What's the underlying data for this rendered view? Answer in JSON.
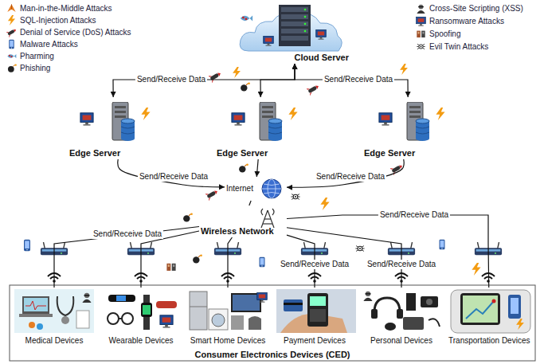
{
  "diagram": {
    "nodes": [
      {
        "text": [
          "Cloud Server"
        ]
      },
      {
        "text": [
          "Edge Server"
        ]
      },
      {
        "text": [
          "Edge Server"
        ]
      },
      {
        "text": [
          "Edge Server"
        ]
      },
      {
        "text": [
          "Internet"
        ]
      },
      {
        "text": [
          "Wireless Network"
        ]
      },
      {
        "text": [
          "Consumer Electronics Devices (CED)"
        ]
      },
      {
        "text": [
          "Medical Devices"
        ],
        "in": 6
      },
      {
        "text": [
          "Wearable Devices"
        ],
        "in": 6
      },
      {
        "text": [
          "Smart Home Devices"
        ],
        "in": 6
      },
      {
        "text": [
          "Payment Devices"
        ],
        "in": 6
      },
      {
        "text": [
          "Personal Devices"
        ],
        "in": 6
      },
      {
        "text": [
          "Transportation Devices"
        ],
        "in": 6
      }
    ],
    "edges": [
      {
        "from": 0,
        "to": 1,
        "arrow": "both",
        "label": "Send/Receive Data"
      },
      {
        "from": 0,
        "to": 2,
        "arrow": "both"
      },
      {
        "from": 0,
        "to": 3,
        "arrow": "both",
        "label": "Send/Receive Data"
      },
      {
        "from": 1,
        "to": 4,
        "arrow": "to",
        "label": "Send/Receive Data"
      },
      {
        "from": 2,
        "to": 4,
        "arrow": "to"
      },
      {
        "from": 3,
        "to": 4,
        "arrow": "to",
        "label": "Send/Receive Data"
      },
      {
        "from": 4,
        "to": 5,
        "arrow": "none"
      },
      {
        "from": 5,
        "to": 7,
        "arrow": "none",
        "label": "Send/Receive Data"
      },
      {
        "from": 5,
        "to": 8,
        "arrow": "none"
      },
      {
        "from": 5,
        "to": 9,
        "arrow": "none"
      },
      {
        "from": 5,
        "to": 10,
        "arrow": "none",
        "label": "Send/Receive Data"
      },
      {
        "from": 5,
        "to": 11,
        "arrow": "none",
        "label": "Send/Receive Data"
      },
      {
        "from": 5,
        "to": 12,
        "arrow": "none",
        "label": "Send/Receive Data"
      }
    ],
    "legend": [
      {
        "text": "Man-in-the-Middle Attacks"
      },
      {
        "text": "SQL-Injection Attacks"
      },
      {
        "text": "Denial of Service (DoS) Attacks"
      },
      {
        "text": "Malware Attacks"
      },
      {
        "text": "Pharming"
      },
      {
        "text": "Phishing"
      },
      {
        "text": "Cross-Site Scripting (XSS)"
      },
      {
        "text": "Ransomware Attacks"
      },
      {
        "text": "Spoofing"
      },
      {
        "text": "Evil Twin Attacks"
      }
    ]
  }
}
